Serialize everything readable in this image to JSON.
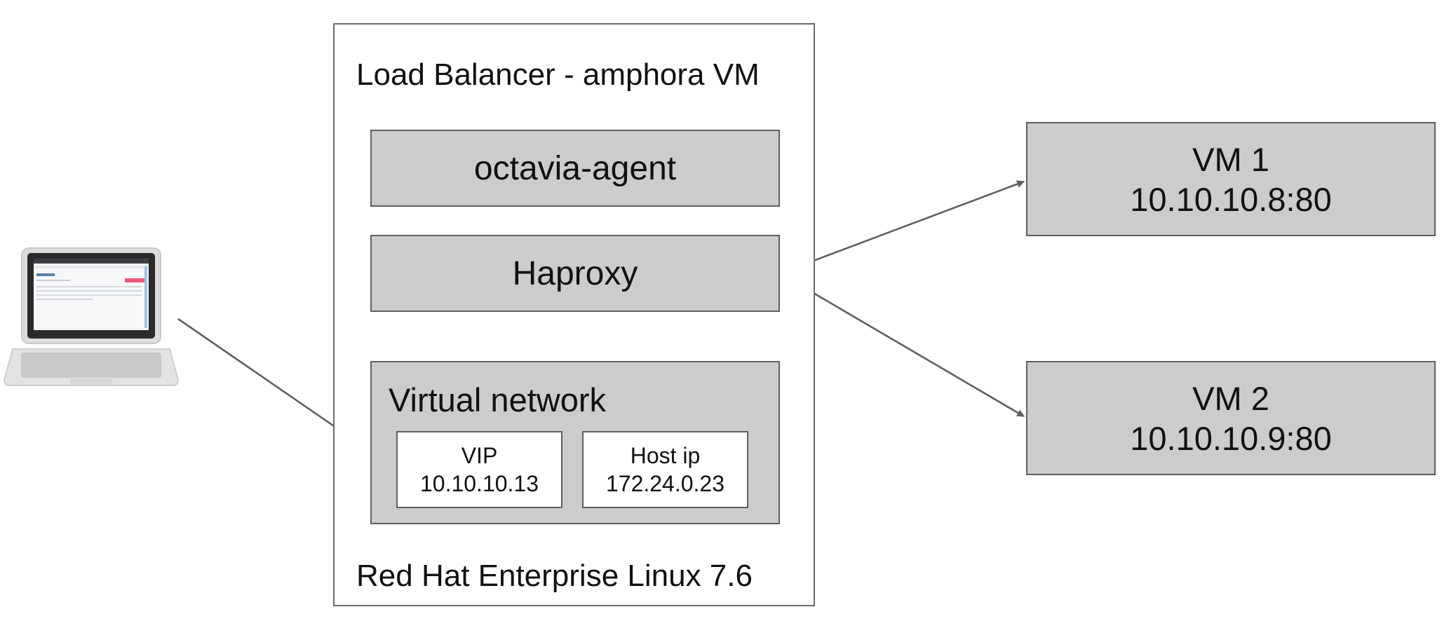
{
  "colors": {
    "box_fill": "#cccccc",
    "box_border": "#5f5f5f",
    "arrow": "#5f5f5f"
  },
  "load_balancer": {
    "title": "Load Balancer - amphora VM",
    "footer": "Red Hat Enterprise Linux 7.6",
    "agent_label": "octavia-agent",
    "haproxy_label": "Haproxy",
    "network": {
      "title": "Virtual network",
      "vip": {
        "label": "VIP",
        "address": "10.10.10.13"
      },
      "host": {
        "label": "Host ip",
        "address": "172.24.0.23"
      }
    }
  },
  "vm1": {
    "name": "VM 1",
    "address": "10.10.10.8:80"
  },
  "vm2": {
    "name": "VM 2",
    "address": "10.10.10.9:80"
  },
  "client": {
    "icon": "laptop-icon"
  }
}
